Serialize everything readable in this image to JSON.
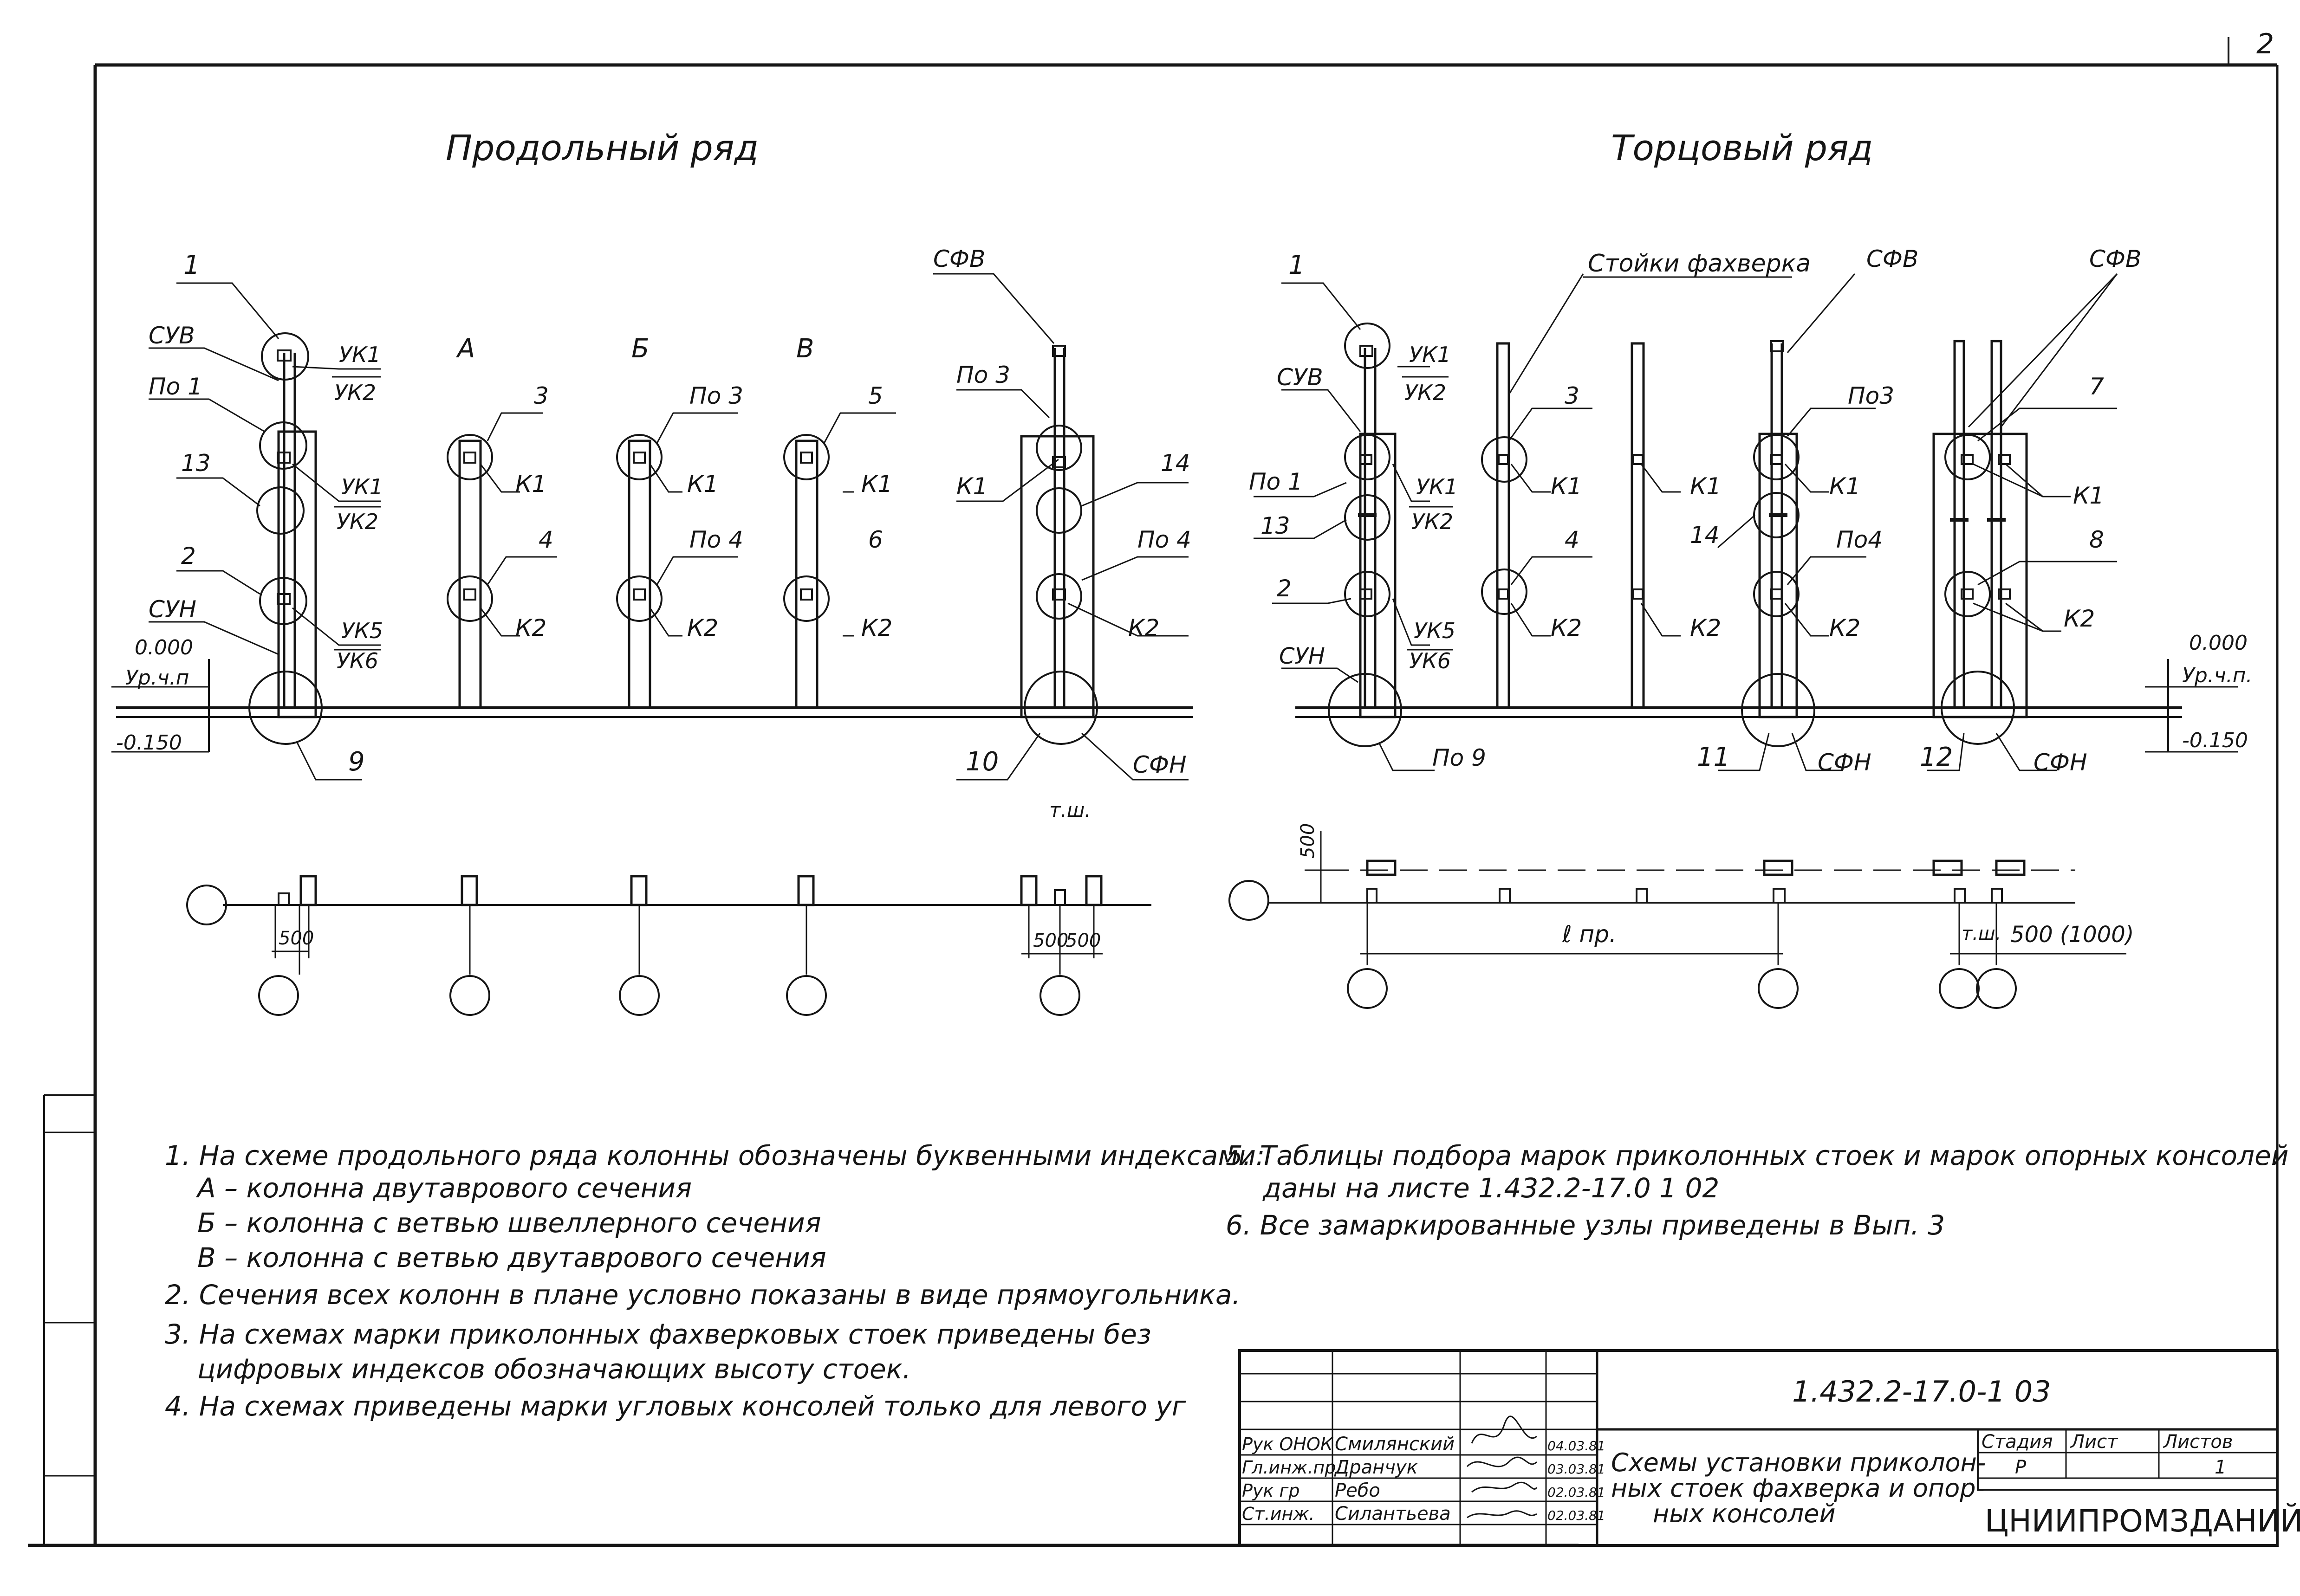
{
  "sheet_corner": "2",
  "left_view": {
    "title": "Продольный ряд",
    "labels": {
      "n1": "1",
      "suv": "СУВ",
      "po1": "По 1",
      "n13": "13",
      "n2": "2",
      "sun": "СУН",
      "uk1a": "УК1",
      "uk2a": "УК2",
      "uk1b": "УК1",
      "uk2b": "УК2",
      "uk5": "УК5",
      "uk6": "УК6",
      "colA": "А",
      "colB": "Б",
      "colV": "В",
      "n3": "3",
      "k1a": "К1",
      "n4": "4",
      "k2a": "К2",
      "po3": "По 3",
      "k1b": "К1",
      "po4": "По 4",
      "k2b": "К2",
      "n5": "5",
      "k1c": "К1",
      "n6": "6",
      "k2c": "К2",
      "sfv": "СФВ",
      "po3r": "По 3",
      "k1d": "К1",
      "n14": "14",
      "po4r": "По 4",
      "k2d": "К2",
      "n9": "9",
      "n10": "10",
      "sfn": "СФН",
      "elev0": "0.000",
      "urchp": "Ур.ч.п",
      "elev150": "-0.150",
      "tsh": "т.ш.",
      "d500a": "500",
      "d500b": "500",
      "d500c": "500"
    }
  },
  "right_view": {
    "title": "Торцовый ряд",
    "labels": {
      "n1": "1",
      "stoyki": "Стойки фахверка",
      "sfv1": "СФВ",
      "sfv2": "СФВ",
      "uk1": "УК1",
      "uk2": "УК2",
      "suv": "СУВ",
      "n3": "3",
      "po3": "По3",
      "n7": "7",
      "po1": "По 1",
      "uk1b": "УК1",
      "uk2b": "УК2",
      "k1a": "К1",
      "k1b": "К1",
      "k1c": "К1",
      "k1d": "К1",
      "n13": "13",
      "n14": "14",
      "n2": "2",
      "uk5": "УК5",
      "uk6": "УК6",
      "n4": "4",
      "po4": "По4",
      "n8": "8",
      "k2a": "К2",
      "k2b": "К2",
      "k2c": "К2",
      "k2d": "К2",
      "sun": "СУН",
      "po9": "По 9",
      "n11": "11",
      "sfn1": "СФН",
      "n12": "12",
      "sfn2": "СФН",
      "elev0": "0.000",
      "urchp": "Ур.ч.п.",
      "elev150": "-0.150",
      "d500": "500",
      "lpr": "ℓ пр.",
      "tsh": "т.ш.",
      "d5001000": "500 (1000)"
    }
  },
  "notes_left": [
    "1. На схеме продольного ряда колонны обозначены буквенными индексами:",
    "А – колонна двутаврового сечения",
    "Б – колонна с ветвью швеллерного сечения",
    "В – колонна с ветвью двутаврового сечения",
    "2. Сечения всех колонн в плане условно показаны в виде прямоугольника.",
    "3. На схемах марки приколонных фахверковых стоек приведены без",
    "цифровых индексов обозначающих высоту стоек.",
    "4. На схемах приведены марки угловых консолей только для левого уг"
  ],
  "notes_right": [
    "5. Таблицы подбора марок приколонных стоек и марок опорных консолей",
    "даны на листе 1.432.2-17.0 1 02",
    "6. Все замаркированные узлы приведены в Вып. 3"
  ],
  "title_block": {
    "doc_number": "1.432.2-17.0-1 03",
    "roles": [
      "Рук ОНОК",
      "Гл.инж.пр",
      "Рук гр",
      "Ст.инж."
    ],
    "names": [
      "Смилянский",
      "Дранчук",
      "Ребо",
      "Силантьева"
    ],
    "dates": [
      "04.03.81",
      "03.03.81",
      "02.03.81",
      "02.03.81"
    ],
    "title": [
      "Схемы установки приколон-",
      "ных стоек фахверка и опор-",
      "ных консолей"
    ],
    "head_stage": "Стадия",
    "head_sheet": "Лист",
    "head_sheets": "Листов",
    "stage": "Р",
    "sheet": "",
    "sheets": "1",
    "org": "ЦНИИПРОМЗДАНИЙ"
  }
}
